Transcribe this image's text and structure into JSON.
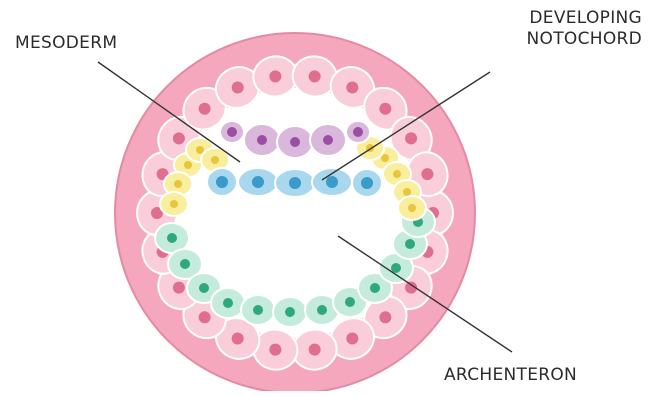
{
  "labels": {
    "mesoderm": "MESODERM",
    "notochord_line1": "DEVELOPING",
    "notochord_line2": "NOTOCHORD",
    "archenteron": "ARCHENTERON"
  },
  "colors": {
    "outer_ring": "#f4a7bd",
    "outer_ring_edge": "#e48aa5",
    "ectoderm_cell": "#f9cdd9",
    "ectoderm_nucleus": "#e06e8e",
    "mesoderm_cell": "#f9ee9c",
    "mesoderm_nucleus": "#e8c53c",
    "somite_cell": "#d9b8dc",
    "somite_nucleus": "#9a4fa4",
    "notochord_cell": "#a9d8ee",
    "notochord_nucleus": "#3a9ac9",
    "endoderm_cell": "#c4ebdc",
    "endoderm_nucleus": "#2fa880",
    "line": "#333333"
  }
}
